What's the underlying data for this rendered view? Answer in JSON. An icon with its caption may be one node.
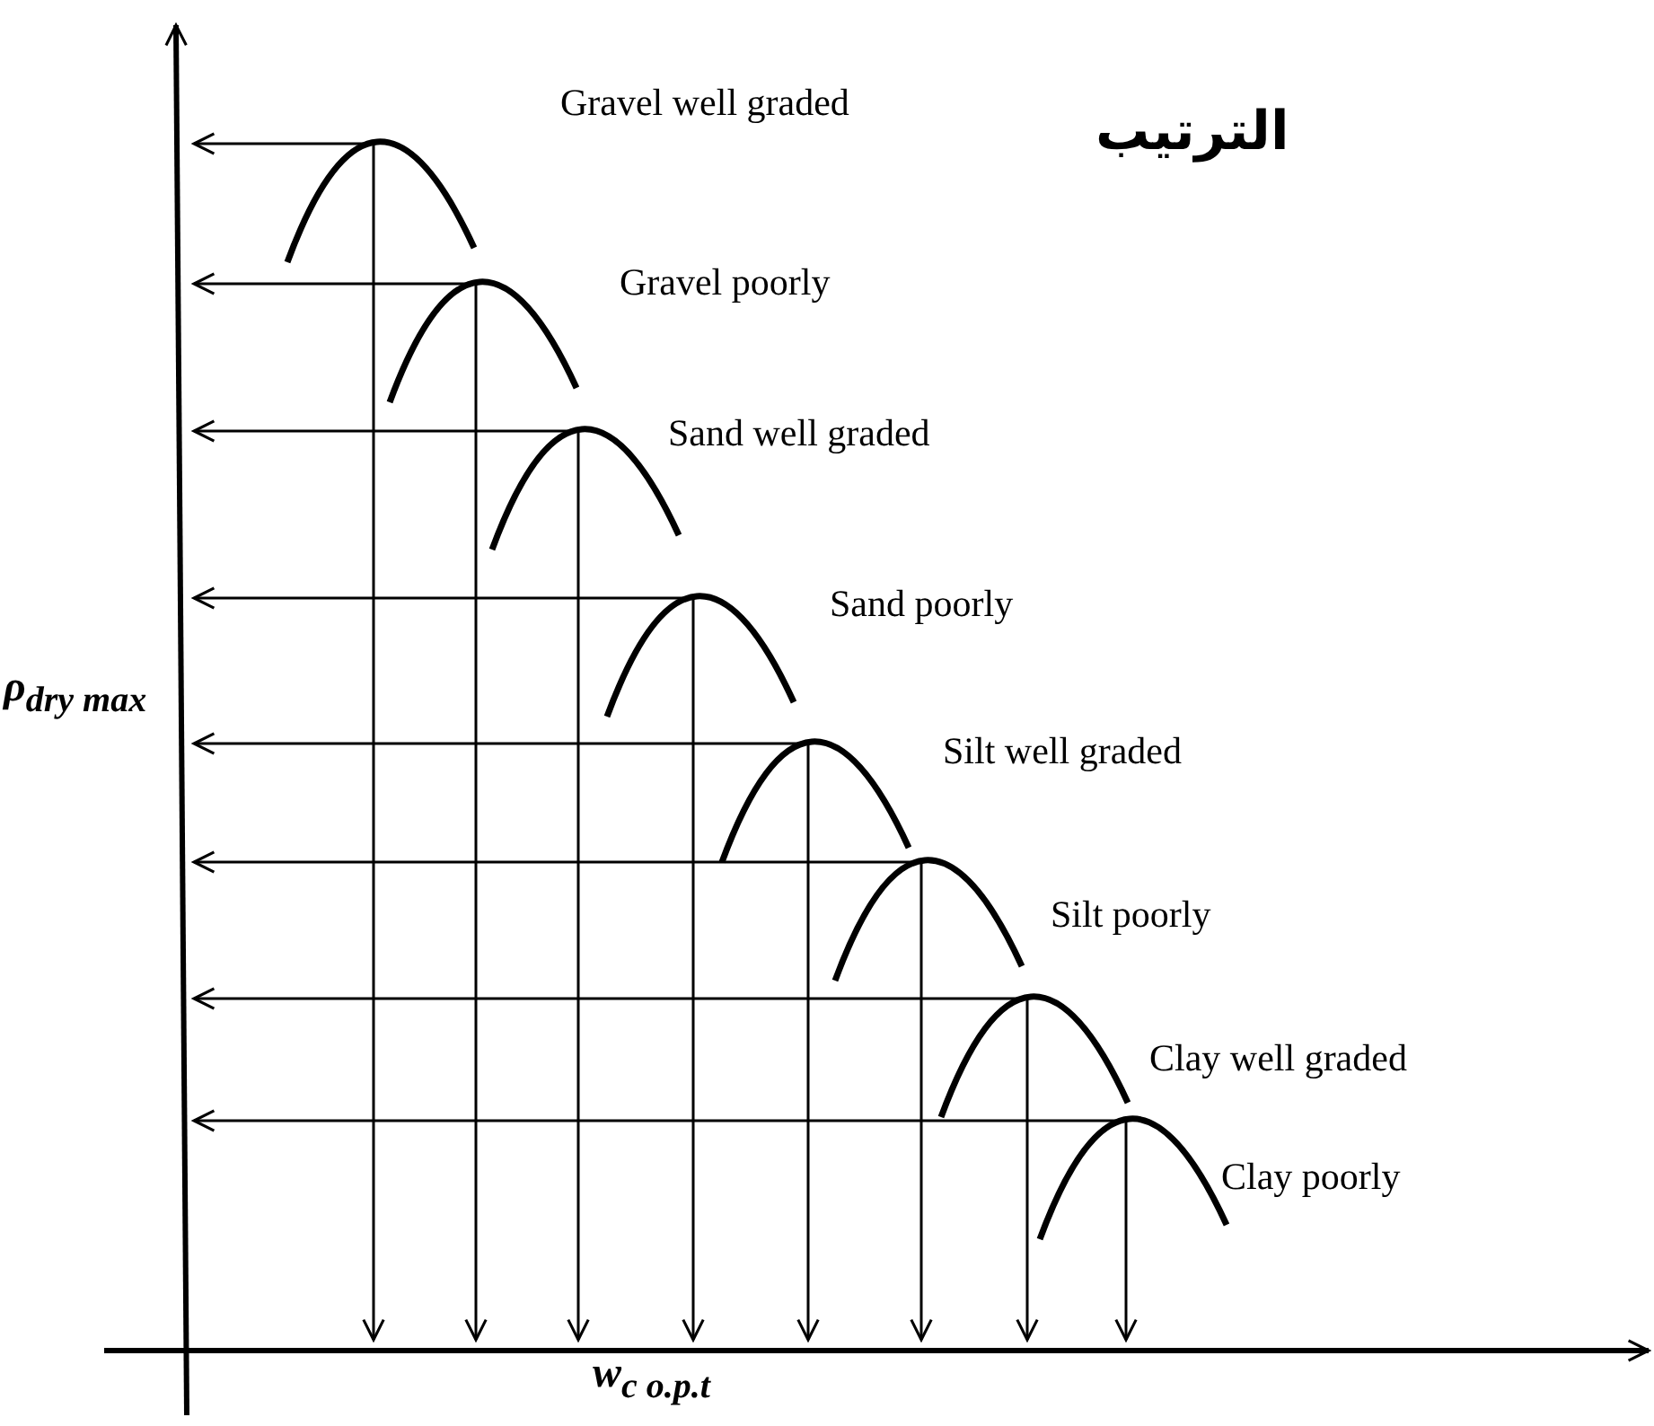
{
  "diagram": {
    "title": "الترتيب",
    "labels": [
      "Gravel well graded",
      "Gravel poorly",
      "Sand well graded",
      "Sand poorly",
      "Silt well graded",
      "Silt poorly",
      "Clay well graded",
      "Clay poorly",
      "ρ$_{dry max}$",
      "w$_{c o.p.t}$"
    ]
  }
}
